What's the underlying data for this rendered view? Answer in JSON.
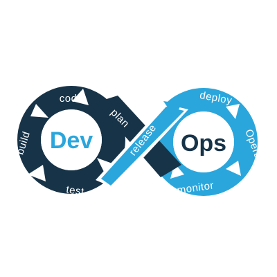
{
  "diagram": {
    "dev_label": "Dev",
    "ops_label": "Ops",
    "stages": {
      "plan": "plan",
      "code": "code",
      "build": "build",
      "test": "test",
      "release": "release",
      "deploy": "deploy",
      "operate": "Operate",
      "monitor": "monitor"
    }
  },
  "colors": {
    "dev_dark": "#173348",
    "ops_light": "#2aa6dc",
    "dev_text": "#2aa6dc",
    "ops_text": "#173348",
    "stage_text": "#ffffff",
    "gap": "#ffffff"
  }
}
